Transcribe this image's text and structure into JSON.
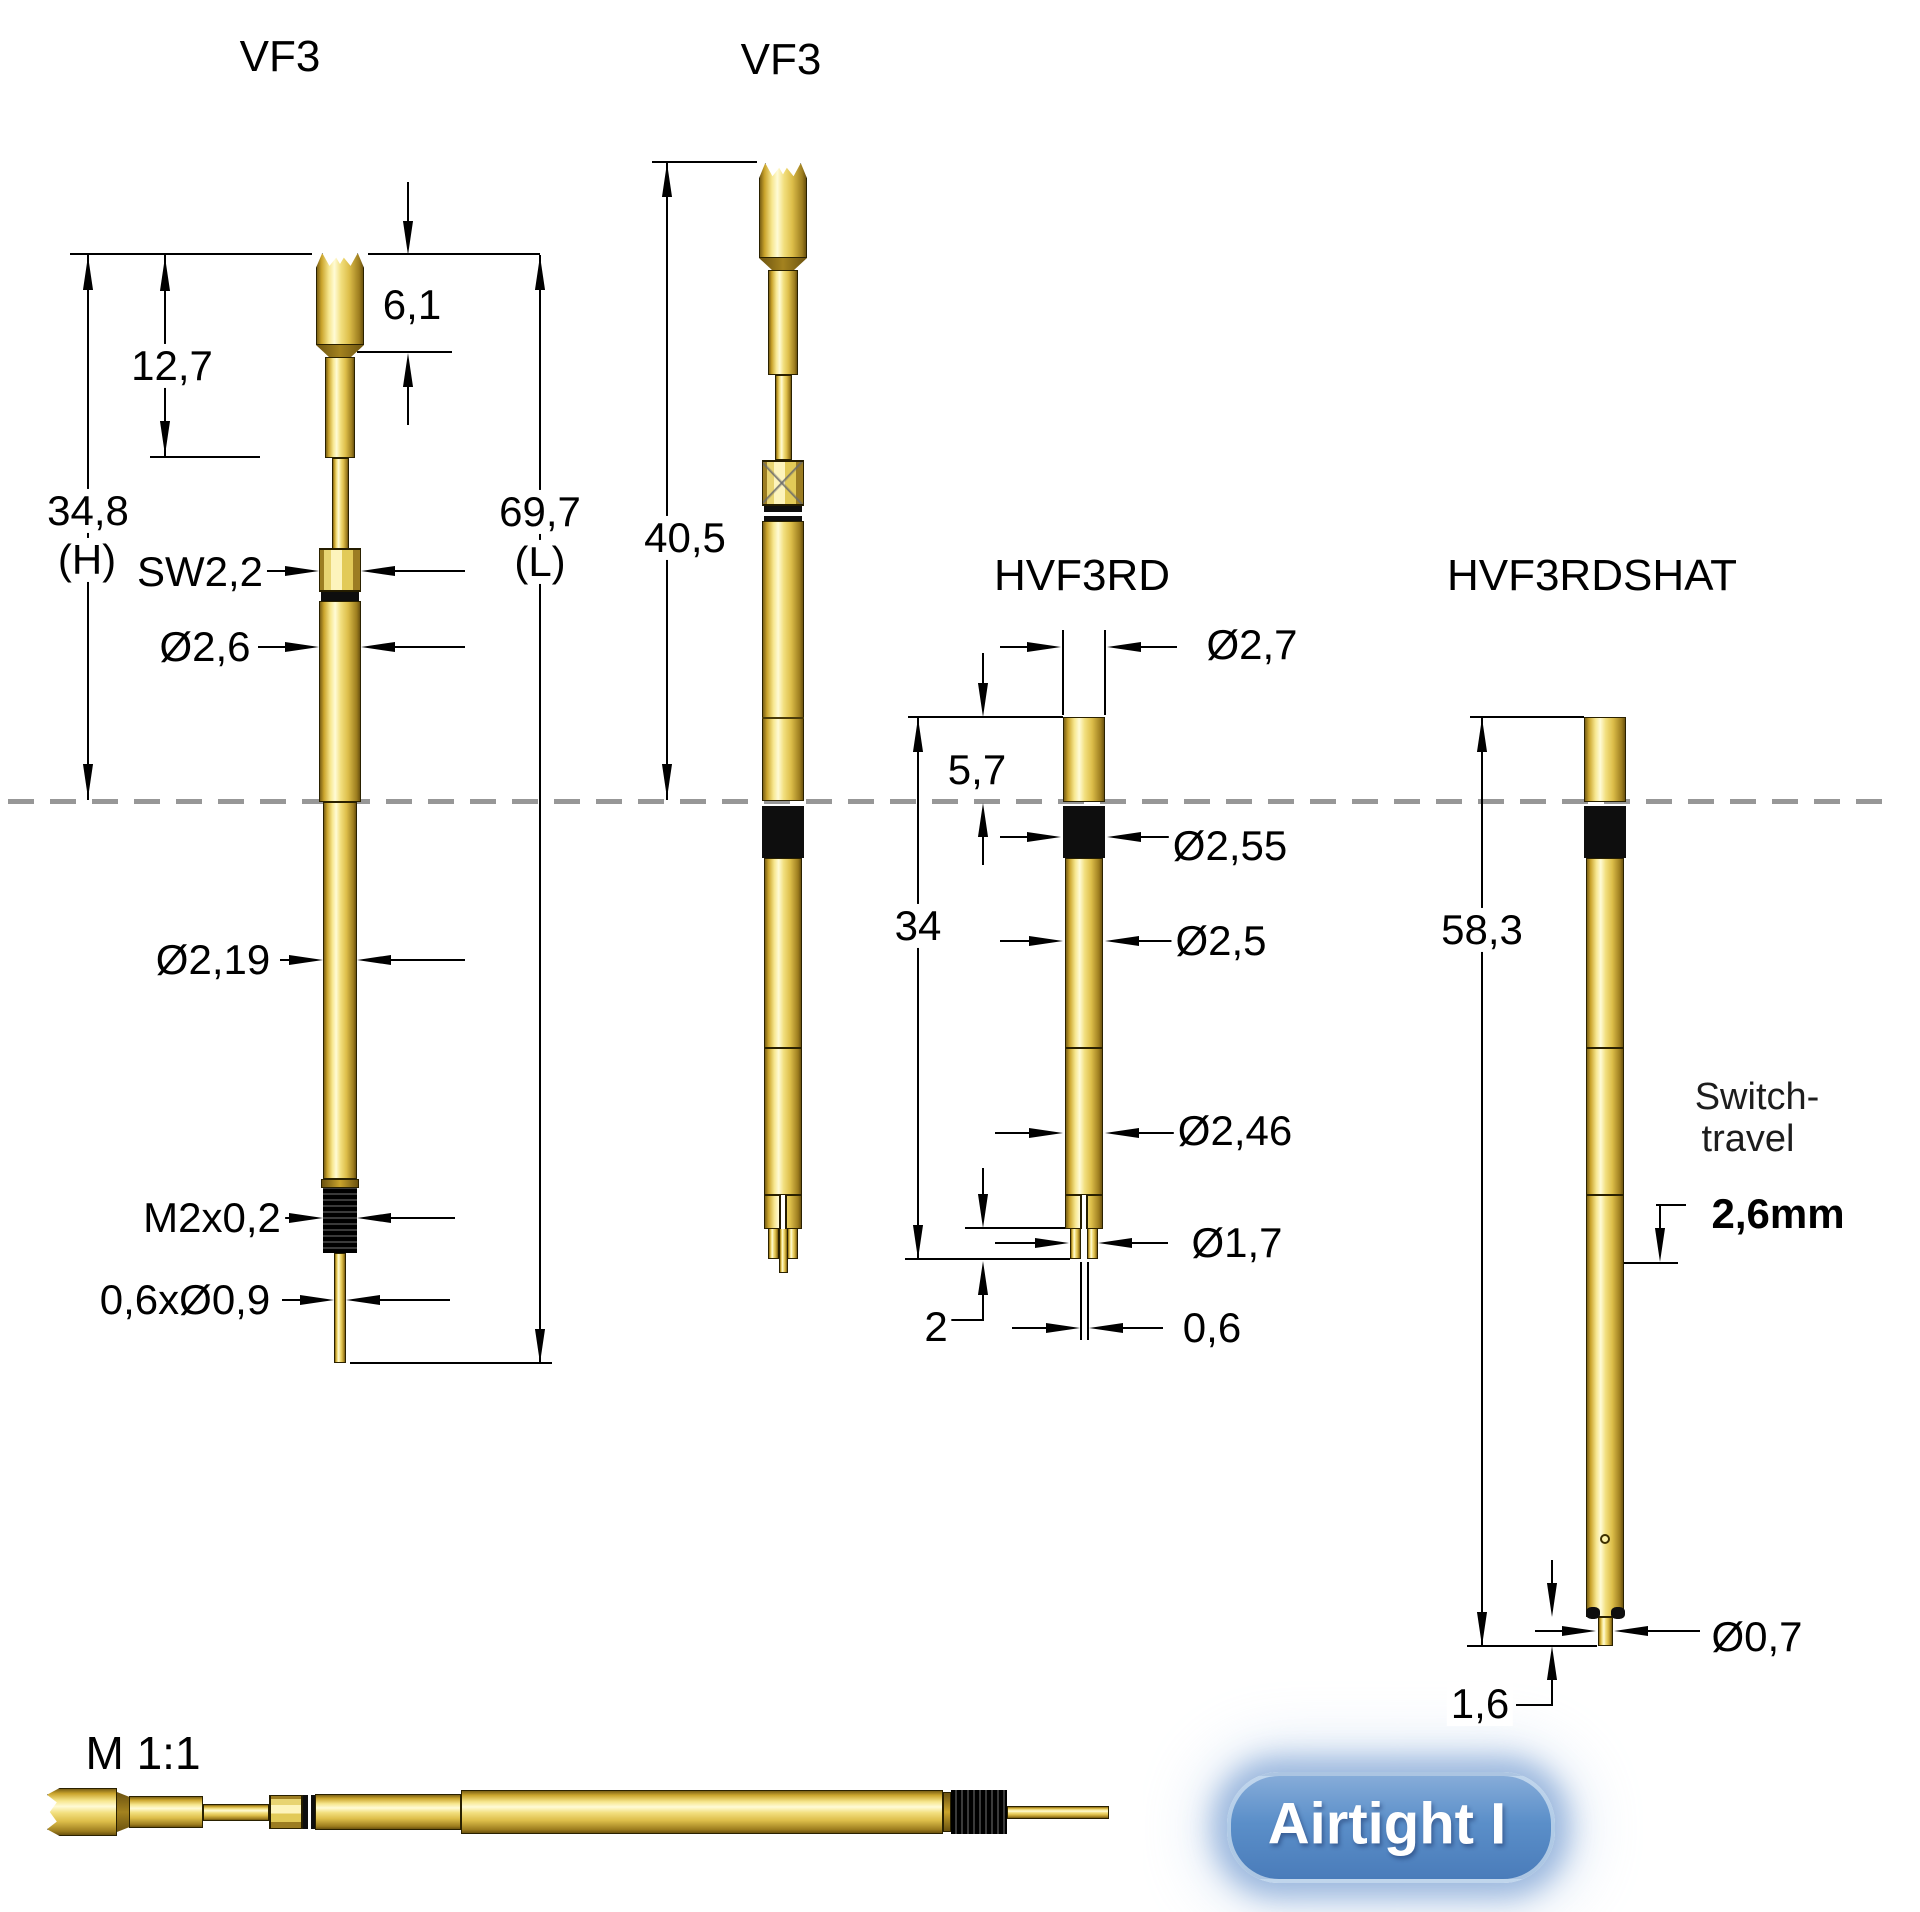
{
  "drawing": {
    "colors": {
      "background": "#ffffff",
      "gold_light": "#fffbd6",
      "gold_mid": "#e9d36a",
      "gold_dark": "#7a6015",
      "black_part": "#0e0e0e",
      "dashed_line": "#979797",
      "dimension_ink": "#000000",
      "badge_blue": "#5b8fc9",
      "badge_text": "#ffffff"
    },
    "probes": {
      "vf3_compressed": {
        "title": "VF3",
        "dims": {
          "plunger_len": "12,7",
          "head_len": "6,1",
          "height_total": "34,8",
          "height_suffix": "(H)",
          "wrench": "SW2,2",
          "barrel_dia": "Ø2,6",
          "length_total": "69,7",
          "length_suffix": "(L)",
          "shaft_dia": "Ø2,19",
          "thread": "M2x0,2",
          "tip": "0,6xØ0,9"
        }
      },
      "vf3_free": {
        "title": "VF3",
        "dims": {
          "free_len": "40,5"
        }
      },
      "hvf3rd": {
        "title": "HVF3RD",
        "dims": {
          "above_plate": "5,7",
          "below_len": "34",
          "top_dia": "Ø2,7",
          "seal_dia": "Ø2,55",
          "mid_dia": "Ø2,5",
          "lower_dia": "Ø2,46",
          "tip_dia": "Ø1,7",
          "slot_width": "0,6",
          "tip_len": "2"
        }
      },
      "hvf3rdshat": {
        "title": "HVF3RDSHAT",
        "dims": {
          "below_len": "58,3",
          "switch_line1": "Switch-",
          "switch_line2": "travel",
          "travel": "2,6mm",
          "tip_dia": "Ø0,7",
          "tip_len": "1,6"
        }
      }
    },
    "scale_label": "M 1:1",
    "badge": {
      "label": "Airtight I"
    }
  }
}
